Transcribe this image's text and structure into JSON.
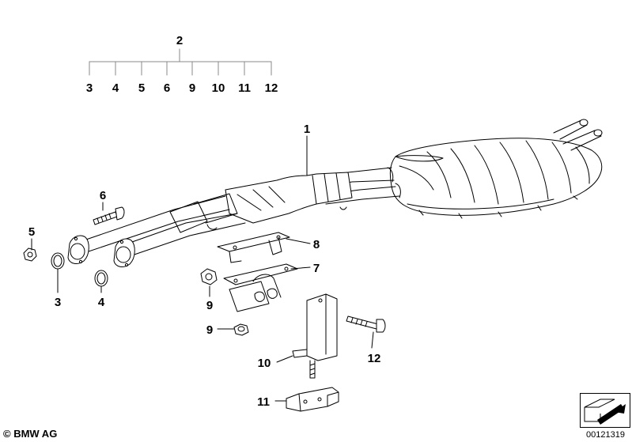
{
  "assembly_label": "2",
  "sub_labels": [
    "3",
    "4",
    "5",
    "6",
    "9",
    "10",
    "11",
    "12"
  ],
  "callouts": {
    "c1": "1",
    "c3": "3",
    "c4": "4",
    "c5": "5",
    "c6": "6",
    "c7": "7",
    "c8": "8",
    "c9a": "9",
    "c9b": "9",
    "c10": "10",
    "c11": "11",
    "c12": "12"
  },
  "footer": {
    "copyright": "© BMW AG",
    "document_number": "00121319"
  }
}
